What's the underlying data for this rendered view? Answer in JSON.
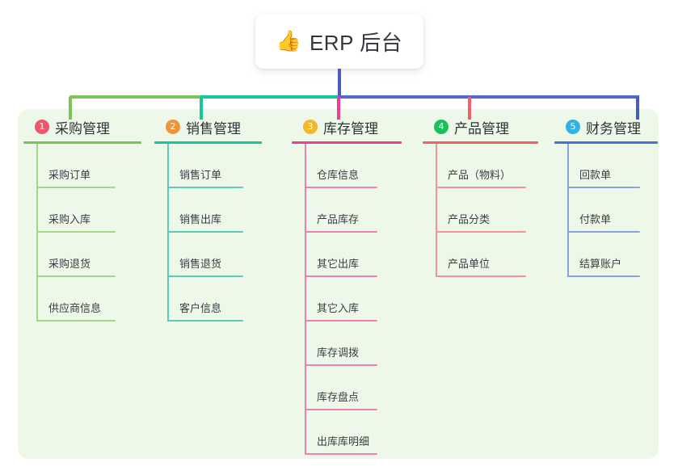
{
  "root": {
    "icon": "thumbs-up-icon",
    "icon_glyph": "👍",
    "title": "ERP 后台"
  },
  "panel": {
    "background": "#eef8e9"
  },
  "connector_colors": {
    "trunk": "#4a5bc4",
    "segment_1": "#7dc35a",
    "segment_2": "#16c79a",
    "segment_3": "#5566cc",
    "stub_1": "#7dc35a",
    "stub_2": "#16c79a",
    "stub_3": "#ec4899",
    "stub_4": "#f2616a",
    "stub_5": "#4a5bc4"
  },
  "columns": [
    {
      "index": "1",
      "badge_color": "#f0576a",
      "line_color": "#7dc35a",
      "leaf_line_color": "#a8d48a",
      "title": "采购管理",
      "items": [
        "采购订单",
        "采购入库",
        "采购退货",
        "供应商信息"
      ]
    },
    {
      "index": "2",
      "badge_color": "#f0943a",
      "line_color": "#16c79a",
      "leaf_line_color": "#5fc9b4",
      "title": "销售管理",
      "items": [
        "销售订单",
        "销售出库",
        "销售退货",
        "客户信息"
      ]
    },
    {
      "index": "3",
      "badge_color": "#f4b728",
      "line_color": "#ec3f94",
      "leaf_line_color": "#ef7fb4",
      "title": "库存管理",
      "items": [
        "仓库信息",
        "产品库存",
        "其它出库",
        "其它入库",
        "库存调拨",
        "库存盘点",
        "出库库明细"
      ]
    },
    {
      "index": "4",
      "badge_color": "#1fbd5c",
      "line_color": "#f2616a",
      "leaf_line_color": "#f59397",
      "title": "产品管理",
      "items": [
        "产品（物料）",
        "产品分类",
        "产品单位"
      ]
    },
    {
      "index": "5",
      "badge_color": "#2fb2e8",
      "line_color": "#4a6fd4",
      "leaf_line_color": "#8aa3e0",
      "title": "财务管理",
      "items": [
        "回款单",
        "付款单",
        "结算账户"
      ]
    }
  ]
}
